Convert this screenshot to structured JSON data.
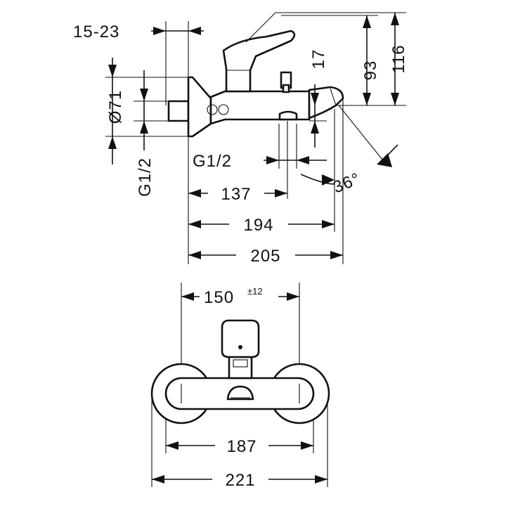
{
  "side_view": {
    "dim_offset": "15-23",
    "dim_height_116": "116",
    "dim_height_93": "93",
    "dim_17": "17",
    "dim_diameter": "Ø71",
    "dim_thread_left": "G1/2",
    "dim_thread_bottom": "G1/2",
    "dim_angle": "36°",
    "dim_137": "137",
    "dim_194": "194",
    "dim_205": "205"
  },
  "front_view": {
    "dim_centers": "150",
    "dim_tolerance": "±12",
    "dim_187": "187",
    "dim_221": "221"
  }
}
